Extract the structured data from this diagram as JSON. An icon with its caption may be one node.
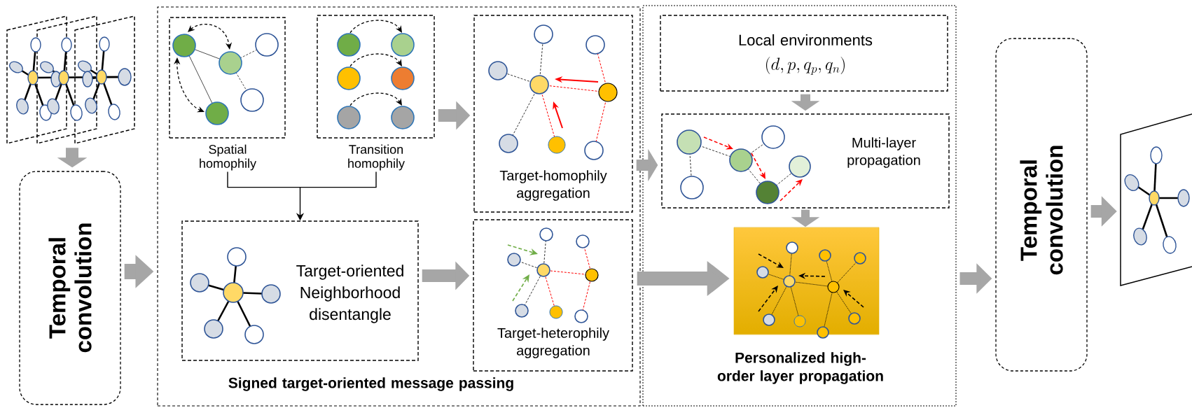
{
  "diagram": {
    "nodes": [
      {
        "text": [],
        "shape": "picture"
      },
      {
        "text": [
          "Temporal convolution"
        ]
      },
      {
        "text": [
          "Signed target-oriented message passing"
        ]
      },
      {
        "text": [
          "Spatial homophily"
        ],
        "in": 2
      },
      {
        "text": [
          "Transition homophily"
        ],
        "in": 2
      },
      {
        "text": [
          "Target-homophily aggregation"
        ],
        "in": 2
      },
      {
        "text": [
          "Target-oriented Neighborhood disentangle"
        ],
        "in": 2
      },
      {
        "text": [
          "Target-heterophily aggregation"
        ],
        "in": 2
      },
      {
        "text": [
          "Personalized high-order layer propagation"
        ]
      },
      {
        "text": [
          "Local environments",
          "(d, p, q_p, q_n)"
        ],
        "in": 8
      },
      {
        "text": [
          "Multi-layer propagation"
        ],
        "in": 8
      },
      {
        "text": [],
        "shape": "box",
        "in": 8
      },
      {
        "text": [
          "Temporal convolution"
        ]
      },
      {
        "text": [],
        "shape": "picture"
      }
    ],
    "edges": [
      {
        "from": 0,
        "to": 1,
        "arrow": "to"
      },
      {
        "from": 1,
        "to": 2,
        "arrow": "to"
      },
      {
        "from": 3,
        "to": 6,
        "arrow": "to",
        "color": "#000000"
      },
      {
        "from": 4,
        "to": 6,
        "arrow": "to",
        "color": "#000000"
      },
      {
        "from": 4,
        "to": 5,
        "arrow": "to"
      },
      {
        "from": 6,
        "to": 7,
        "arrow": "to"
      },
      {
        "from": 5,
        "to": 10,
        "arrow": "to"
      },
      {
        "from": 7,
        "to": 11,
        "arrow": "to"
      },
      {
        "from": 9,
        "to": 10,
        "arrow": "to"
      },
      {
        "from": 10,
        "to": 11,
        "arrow": "to"
      },
      {
        "from": 8,
        "to": 12,
        "arrow": "to"
      },
      {
        "from": 12,
        "to": 13,
        "arrow": "to"
      }
    ]
  }
}
